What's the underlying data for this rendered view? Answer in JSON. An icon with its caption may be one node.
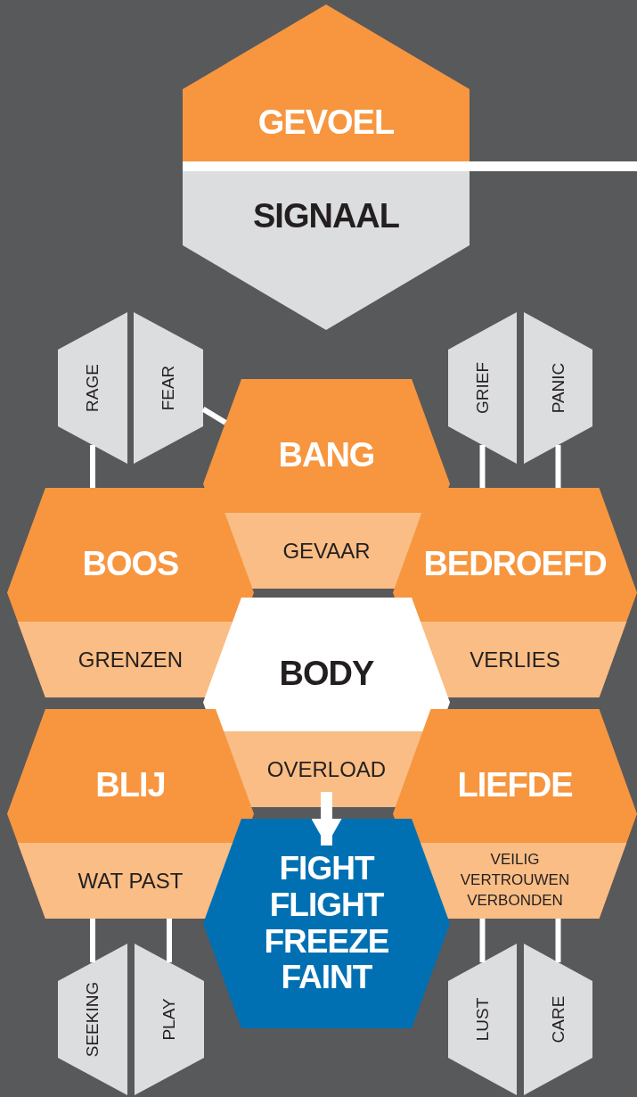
{
  "diagram": {
    "nodes": [
      {
        "text": [
          "GEVOEL",
          "SIGNAAL"
        ]
      },
      {
        "text": [
          "RAGE"
        ]
      },
      {
        "text": [
          "FEAR"
        ]
      },
      {
        "text": [
          "GRIEF"
        ]
      },
      {
        "text": [
          "PANIC"
        ]
      },
      {
        "text": [
          "BANG",
          "GEVAAR"
        ]
      },
      {
        "text": [
          "BOOS",
          "GRENZEN"
        ]
      },
      {
        "text": [
          "BEDROEFD",
          "VERLIES"
        ]
      },
      {
        "text": [
          "BODY",
          "OVERLOAD"
        ]
      },
      {
        "text": [
          "BLIJ",
          "WAT PAST"
        ]
      },
      {
        "text": [
          "LIEFDE",
          "VEILIG VERTROUWEN VERBONDEN"
        ]
      },
      {
        "text": [
          "FIGHT FLIGHT FREEZE FAINT"
        ]
      },
      {
        "text": [
          "SEEKING"
        ]
      },
      {
        "text": [
          "PLAY"
        ]
      },
      {
        "text": [
          "LUST"
        ]
      },
      {
        "text": [
          "CARE"
        ]
      }
    ],
    "edges": [
      {
        "from": 1,
        "to": 6,
        "arrow": "none"
      },
      {
        "from": 2,
        "to": 5,
        "arrow": "none"
      },
      {
        "from": 3,
        "to": 7,
        "arrow": "none"
      },
      {
        "from": 4,
        "to": 7,
        "arrow": "none"
      },
      {
        "from": 8,
        "to": 11,
        "arrow": "to",
        "style": "thick"
      },
      {
        "from": 9,
        "to": 12,
        "arrow": "none"
      },
      {
        "from": 9,
        "to": 13,
        "arrow": "none"
      },
      {
        "from": 10,
        "to": 14,
        "arrow": "none"
      },
      {
        "from": 10,
        "to": 15,
        "arrow": "none"
      }
    ]
  }
}
